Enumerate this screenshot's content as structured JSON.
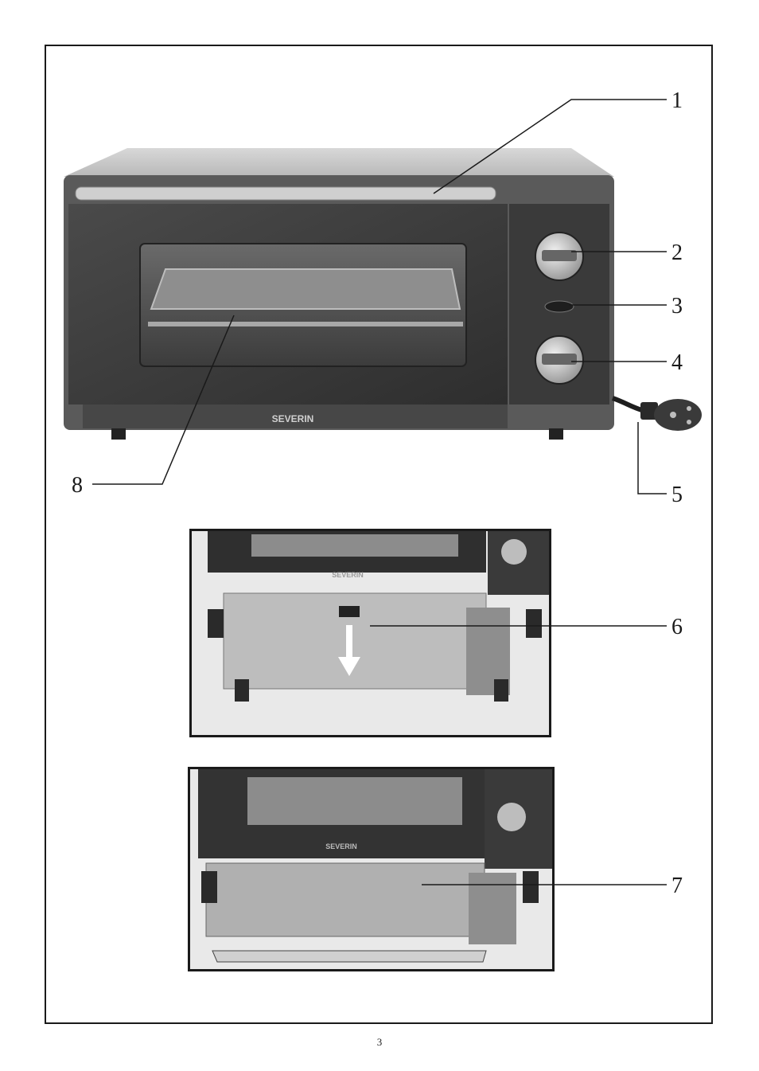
{
  "callouts": {
    "c1": "1",
    "c2": "2",
    "c3": "3",
    "c4": "4",
    "c5": "5",
    "c6": "6",
    "c7": "7",
    "c8": "8"
  },
  "brand": {
    "front": "SEVERIN",
    "bottom_view": "SEVERIN",
    "crumb_view": "SEVERIN"
  },
  "page_number": "3"
}
